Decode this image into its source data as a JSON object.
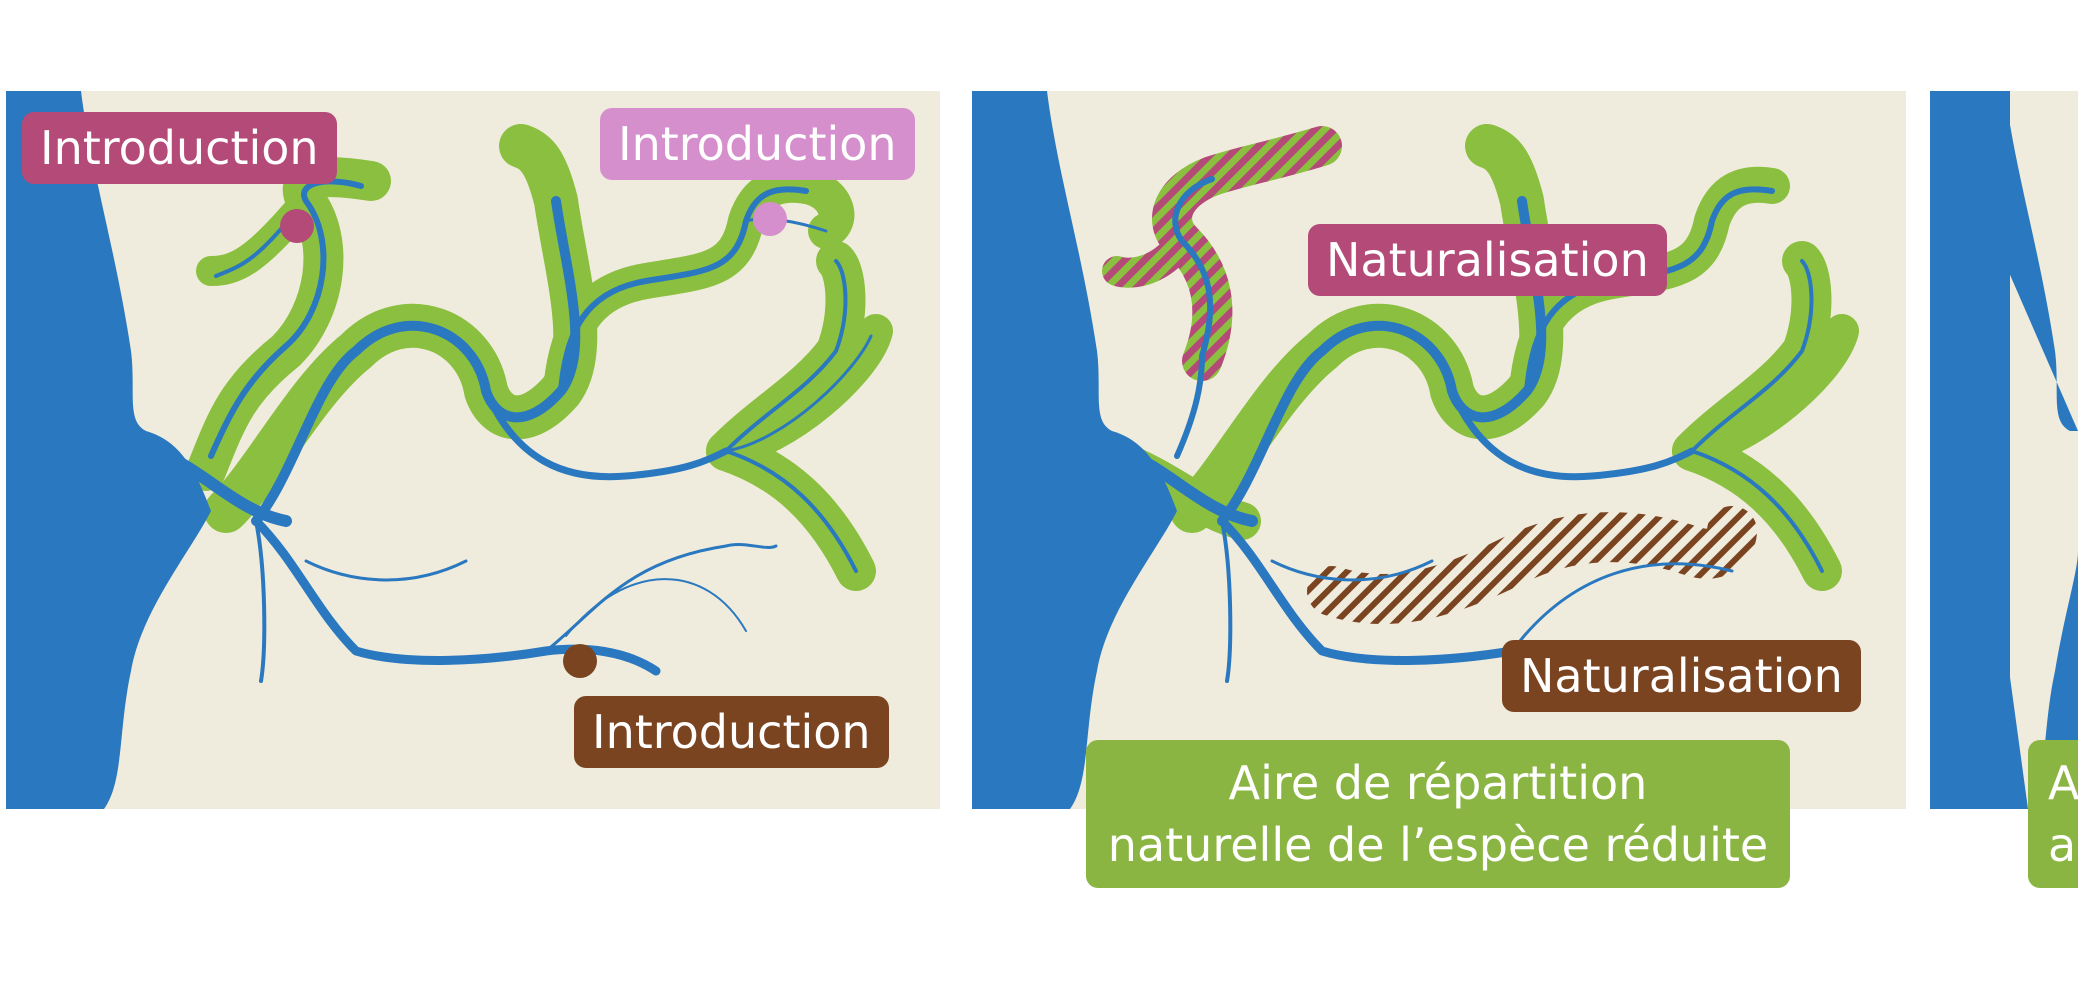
{
  "colors": {
    "water": "#2a78bf",
    "land": "#f0ecdd",
    "range": "#8bbf3f",
    "introduction_1": "#b34a78",
    "introduction_2": "#d58fcc",
    "introduction_3": "#7a4421",
    "naturalisation_1": "#b34a78",
    "naturalisation_2": "#7a4421",
    "range_label": "#8bb542"
  },
  "panel1": {
    "label_intro_top_left": "Introduction",
    "label_intro_top_right": "Introduction",
    "label_intro_bottom": "Introduction"
  },
  "panel2": {
    "label_natur_top": "Naturalisation",
    "label_natur_bottom": "Naturalisation",
    "label_range_line1": "Aire de répartition",
    "label_range_line2": "naturelle de l’espèce réduite"
  },
  "panel3": {
    "label_partial_line1": "A",
    "label_partial_line2": "a"
  }
}
